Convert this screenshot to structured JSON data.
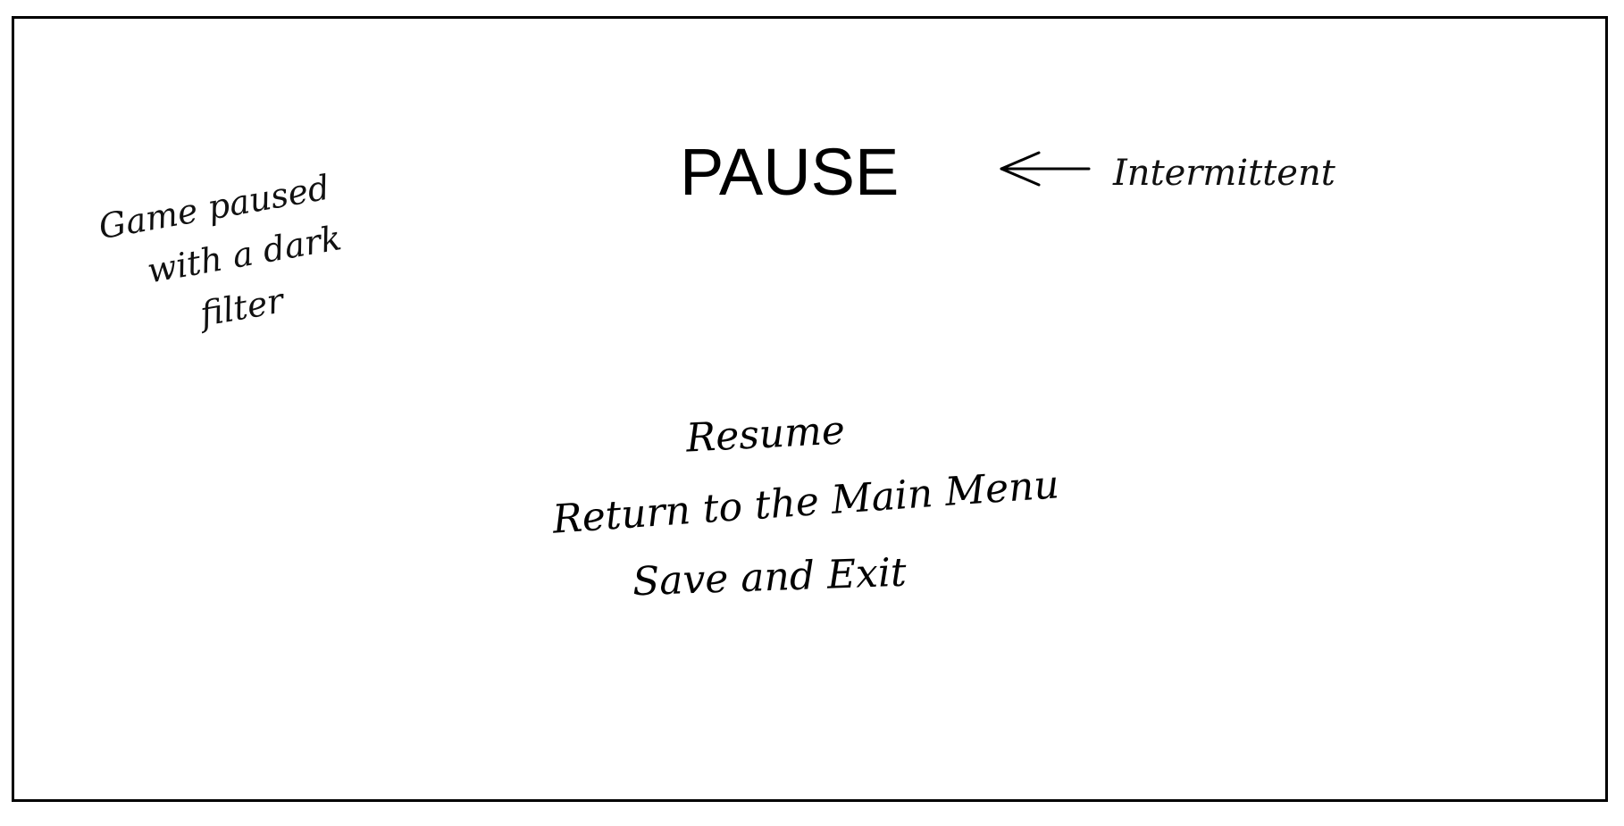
{
  "pause_screen": {
    "title": "PAUSE",
    "title_note": "Intermittent",
    "filter_note": {
      "line1": "Game paused",
      "line2": "with a dark",
      "line3": "filter"
    },
    "menu": {
      "resume": "Resume",
      "return_main_menu": "Return to the Main Menu",
      "save_exit": "Save and Exit"
    }
  },
  "icons": {
    "arrow": "left-arrow-icon"
  },
  "colors": {
    "background": "#ffffff",
    "ink": "#000000"
  }
}
